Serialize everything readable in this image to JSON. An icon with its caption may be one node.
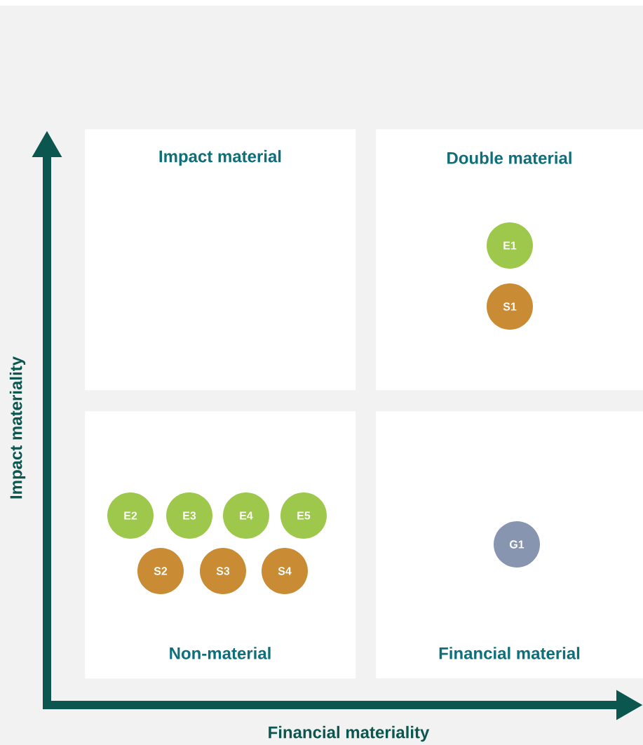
{
  "diagram": {
    "nodes": [
      {
        "text": [
          "Impact material"
        ]
      },
      {
        "text": [
          "Double material"
        ]
      },
      {
        "text": [
          "E1"
        ],
        "in": 1
      },
      {
        "text": [
          "S1"
        ],
        "in": 1
      },
      {
        "text": [
          "Non-material"
        ]
      },
      {
        "text": [
          "E2"
        ],
        "in": 4
      },
      {
        "text": [
          "E3"
        ],
        "in": 4
      },
      {
        "text": [
          "E4"
        ],
        "in": 4
      },
      {
        "text": [
          "E5"
        ],
        "in": 4
      },
      {
        "text": [
          "S2"
        ],
        "in": 4
      },
      {
        "text": [
          "S3"
        ],
        "in": 4
      },
      {
        "text": [
          "S4"
        ],
        "in": 4
      },
      {
        "text": [
          "Financial material"
        ]
      },
      {
        "text": [
          "G1"
        ],
        "in": 12
      }
    ],
    "labels": [
      "Impact materiality",
      "Financial materiality"
    ]
  }
}
